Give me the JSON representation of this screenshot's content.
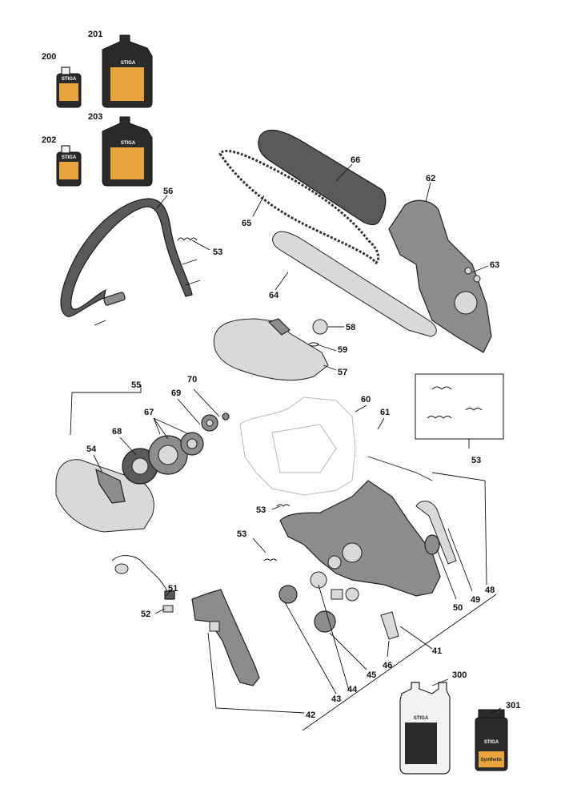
{
  "diagram": {
    "part_numbers": [
      "200",
      "201",
      "202",
      "203",
      "56",
      "53",
      "66",
      "62",
      "65",
      "63",
      "64",
      "58",
      "59",
      "57",
      "55",
      "70",
      "69",
      "67",
      "68",
      "54",
      "60",
      "61",
      "53",
      "53",
      "53",
      "51",
      "52",
      "50",
      "49",
      "48",
      "41",
      "46",
      "45",
      "44",
      "43",
      "42",
      "300",
      "301"
    ],
    "bottle_brand": "STIGA",
    "bottle_labels": {
      "large_oil": "Synthetic"
    }
  }
}
